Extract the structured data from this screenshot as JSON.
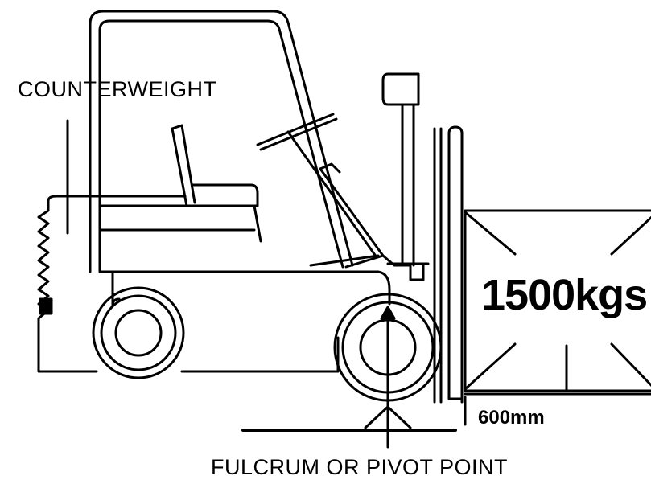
{
  "labels": {
    "counterweight": "COUNTERWEIGHT",
    "load": "1500kgs",
    "load_center_distance": "600mm",
    "fulcrum": "FULCRUM OR PIVOT POINT"
  },
  "colors": {
    "ink": "#000000",
    "background": "#ffffff"
  }
}
